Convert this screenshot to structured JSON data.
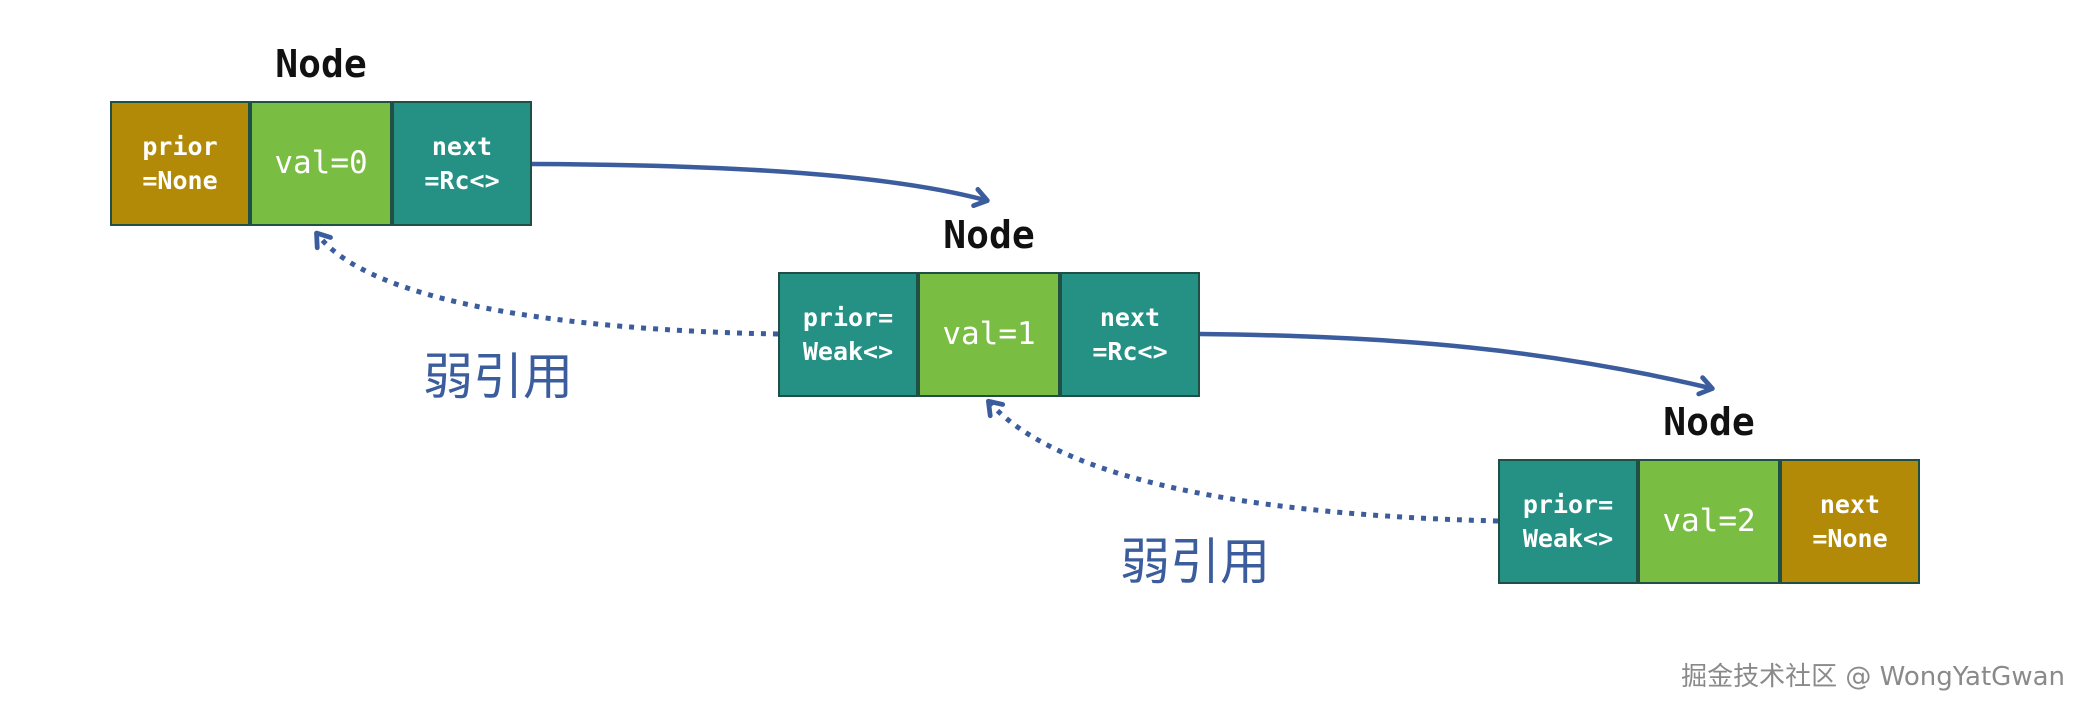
{
  "colors": {
    "gold": "#b28a07",
    "teal": "#259185",
    "green": "#79be43",
    "arrow": "#3b5c9d"
  },
  "nodes": [
    {
      "title": "Node",
      "prior": "prior\n=None",
      "val": "val=0",
      "next": "next\n=Rc<>"
    },
    {
      "title": "Node",
      "prior": "prior=\nWeak<>",
      "val": "val=1",
      "next": "next\n=Rc<>"
    },
    {
      "title": "Node",
      "prior": "prior=\nWeak<>",
      "val": "val=2",
      "next": "next\n=None"
    }
  ],
  "weak_labels": [
    "弱引用",
    "弱引用"
  ],
  "watermark": "掘金技术社区 @ WongYatGwan"
}
